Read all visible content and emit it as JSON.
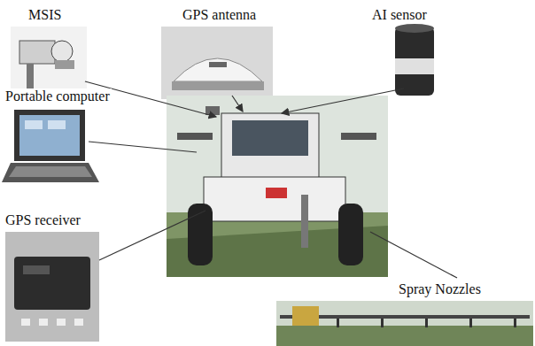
{
  "diagram": {
    "labels": [
      "MSIS",
      "GPS antenna",
      "AI sensor",
      "Portable computer",
      "GPS receiver",
      "Spray Nozzles"
    ]
  }
}
